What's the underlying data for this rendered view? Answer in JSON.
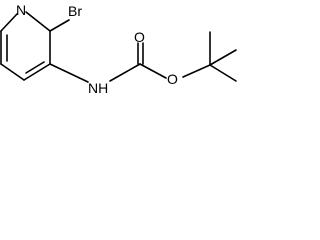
{
  "molecule": {
    "atoms": {
      "ring_nitrogen": "N",
      "bromine": "Br",
      "amide_nitrogen": "NH",
      "carbonyl_oxygen": "O",
      "ether_oxygen": "O"
    }
  }
}
